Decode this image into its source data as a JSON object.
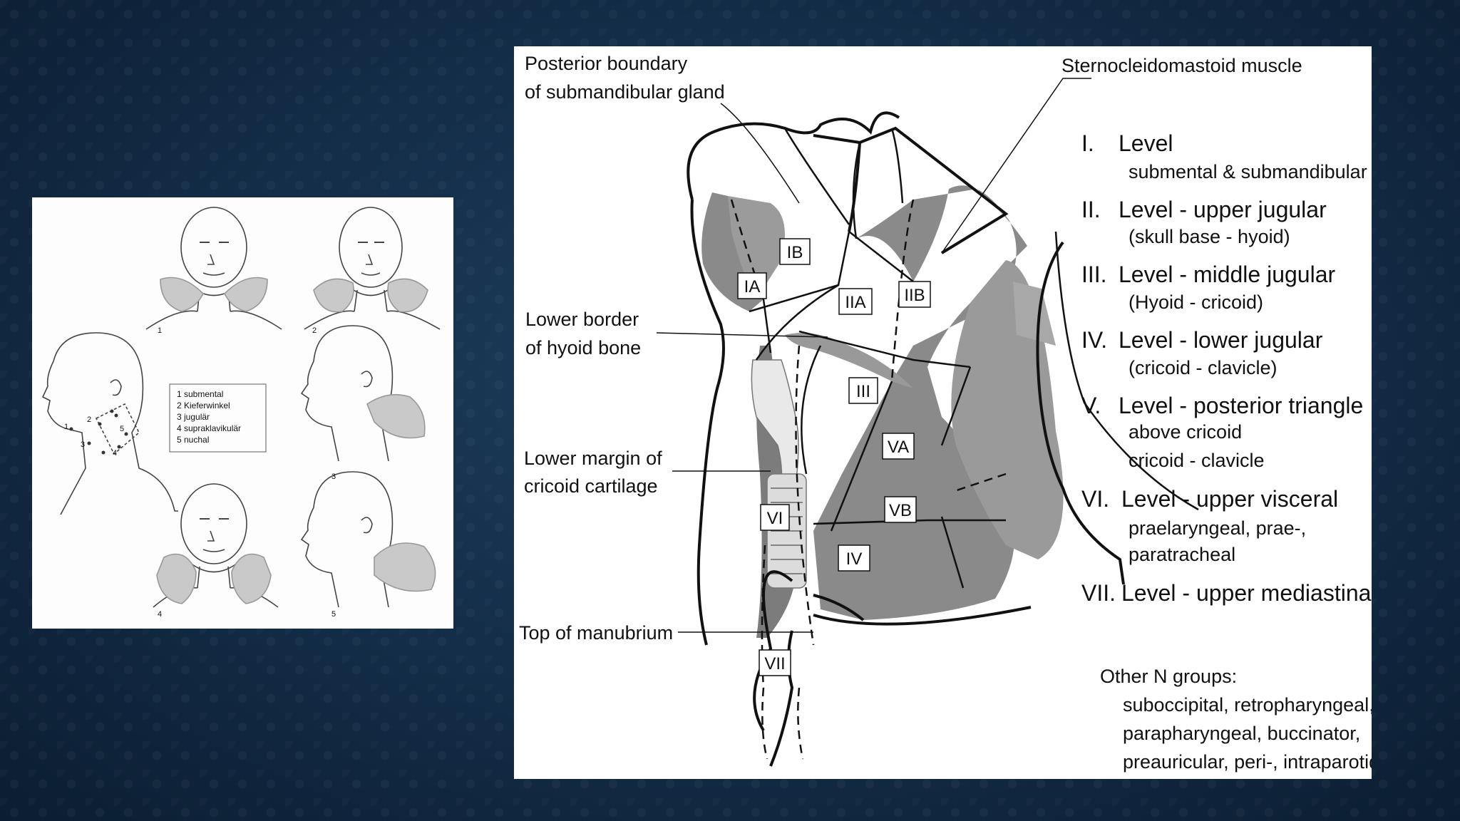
{
  "exam_legend": {
    "items": [
      "1  submental",
      "2  Kieferwinkel",
      "3  jugulär",
      "4  supraklavikulär",
      "5  nuchal"
    ]
  },
  "exam_figures": {
    "labels": [
      "1",
      "2",
      "3",
      "4",
      "5"
    ],
    "side_head_numbers": [
      "1",
      "2",
      "3",
      "4",
      "5"
    ]
  },
  "landmarks": {
    "posterior_1": "Posterior boundary",
    "posterior_2": "of submandibular gland",
    "scm": "Sternocleidomastoid muscle",
    "hyoid_1": "Lower border",
    "hyoid_2": "of hyoid bone",
    "cricoid_1": "Lower margin of",
    "cricoid_2": "cricoid cartilage",
    "manubrium": "Top of manubrium"
  },
  "region_labels": {
    "IA": "IA",
    "IB": "IB",
    "IIA": "IIA",
    "IIB": "IIB",
    "III": "III",
    "IV": "IV",
    "VA": "VA",
    "VB": "VB",
    "VI": "VI",
    "VII": "VII"
  },
  "levels": [
    {
      "numeral": "I.",
      "title": "Level",
      "lines": [
        "submental & submandibular"
      ]
    },
    {
      "numeral": "II.",
      "title": "Level - upper  jugular",
      "lines": [
        "(skull base - hyoid)"
      ]
    },
    {
      "numeral": "III.",
      "title": "Level - middle jugular",
      "lines": [
        "(Hyoid - cricoid)"
      ]
    },
    {
      "numeral": "IV.",
      "title": "Level - lower jugular",
      "lines": [
        "(cricoid - clavicle)"
      ]
    },
    {
      "numeral": "V.",
      "title": "Level - posterior triangle",
      "lines": [
        "above cricoid",
        "cricoid - clavicle"
      ]
    },
    {
      "numeral": "VI.",
      "title": "Level  - upper visceral",
      "lines": [
        "praelaryngeal, prae-,",
        "paratracheal"
      ]
    },
    {
      "numeral": "VII.",
      "title": "Level  - upper mediastinal",
      "lines": []
    }
  ],
  "other_groups": {
    "title": "Other N groups:",
    "lines": [
      "suboccipital, retropharyngeal,",
      "parapharyngeal, buccinator,",
      "preauricular, peri-, intraparotid"
    ]
  }
}
